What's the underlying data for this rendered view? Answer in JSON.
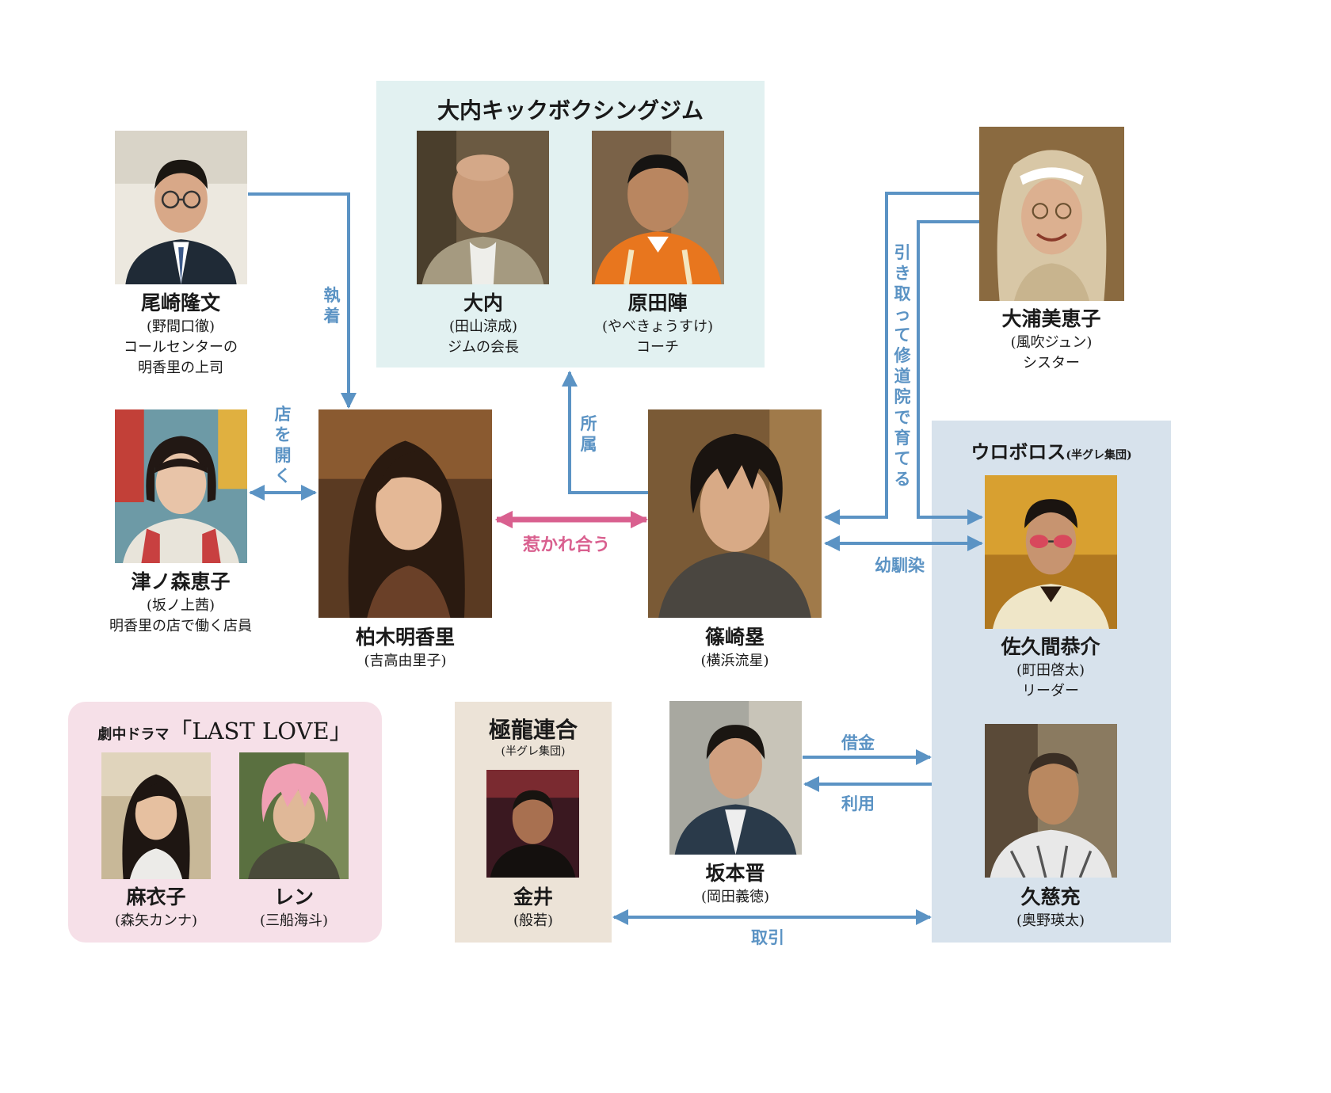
{
  "groups": {
    "gym": "大内キックボクシングジム",
    "ouroboros": {
      "name": "ウロボロス",
      "tag": "(半グレ集団)"
    },
    "gokuryu": {
      "name": "極龍連合",
      "tag": "(半グレ集団)"
    },
    "drama": {
      "prefix": "劇中ドラマ",
      "title": "「LAST LOVE」"
    }
  },
  "characters": {
    "ozaki": {
      "name": "尾崎隆文",
      "actor": "(野間口徹)",
      "role1": "コールセンターの",
      "role2": "明香里の上司",
      "icon": "person-glasses"
    },
    "ouchi": {
      "name": "大内",
      "actor": "(田山涼成)",
      "role": "ジムの会長",
      "icon": "person-bald"
    },
    "harada": {
      "name": "原田陣",
      "actor": "(やべきょうすけ)",
      "role": "コーチ",
      "icon": "person-coach"
    },
    "oura": {
      "name": "大浦美恵子",
      "actor": "(風吹ジュン)",
      "role": "シスター",
      "icon": "person-nun"
    },
    "tsunomori": {
      "name": "津ノ森恵子",
      "actor": "(坂ノ上茜)",
      "role": "明香里の店で働く店員",
      "icon": "person-bob"
    },
    "kashiwagi": {
      "name": "柏木明香里",
      "actor": "(吉高由里子)",
      "icon": "person-longhair"
    },
    "shinozaki": {
      "name": "篠崎塁",
      "actor": "(横浜流星)",
      "icon": "person-shaggy"
    },
    "sakuma": {
      "name": "佐久間恭介",
      "actor": "(町田啓太)",
      "role": "リーダー",
      "icon": "person-sunglasses"
    },
    "kuji": {
      "name": "久慈充",
      "actor": "(奥野瑛太)",
      "icon": "person-buzz"
    },
    "sakamoto": {
      "name": "坂本晋",
      "actor": "(岡田義徳)",
      "icon": "person-jacket"
    },
    "kanai": {
      "name": "金井",
      "actor": "(般若)",
      "icon": "person-dark"
    },
    "maiko": {
      "name": "麻衣子",
      "actor": "(森矢カンナ)",
      "icon": "person-woman"
    },
    "ren": {
      "name": "レン",
      "actor": "(三船海斗)",
      "icon": "person-pinkhair"
    }
  },
  "relations": {
    "shuchaku": "執着",
    "mise": "店を開く",
    "shozoku": "所属",
    "hikareau": "惹かれ合う",
    "hikitotte": "引き取って修道院で育てる",
    "osananajimi": "幼馴染",
    "shakkin": "借金",
    "riyou": "利用",
    "torihiki": "取引"
  },
  "colors": {
    "arrow": "#5b93c4",
    "pink_arrow": "#d9608f",
    "gym_bg": "#e2f1f1",
    "ouro_bg": "#d7e2ec",
    "goku_bg": "#ece3d7",
    "drama_bg": "#f6e0e8"
  }
}
